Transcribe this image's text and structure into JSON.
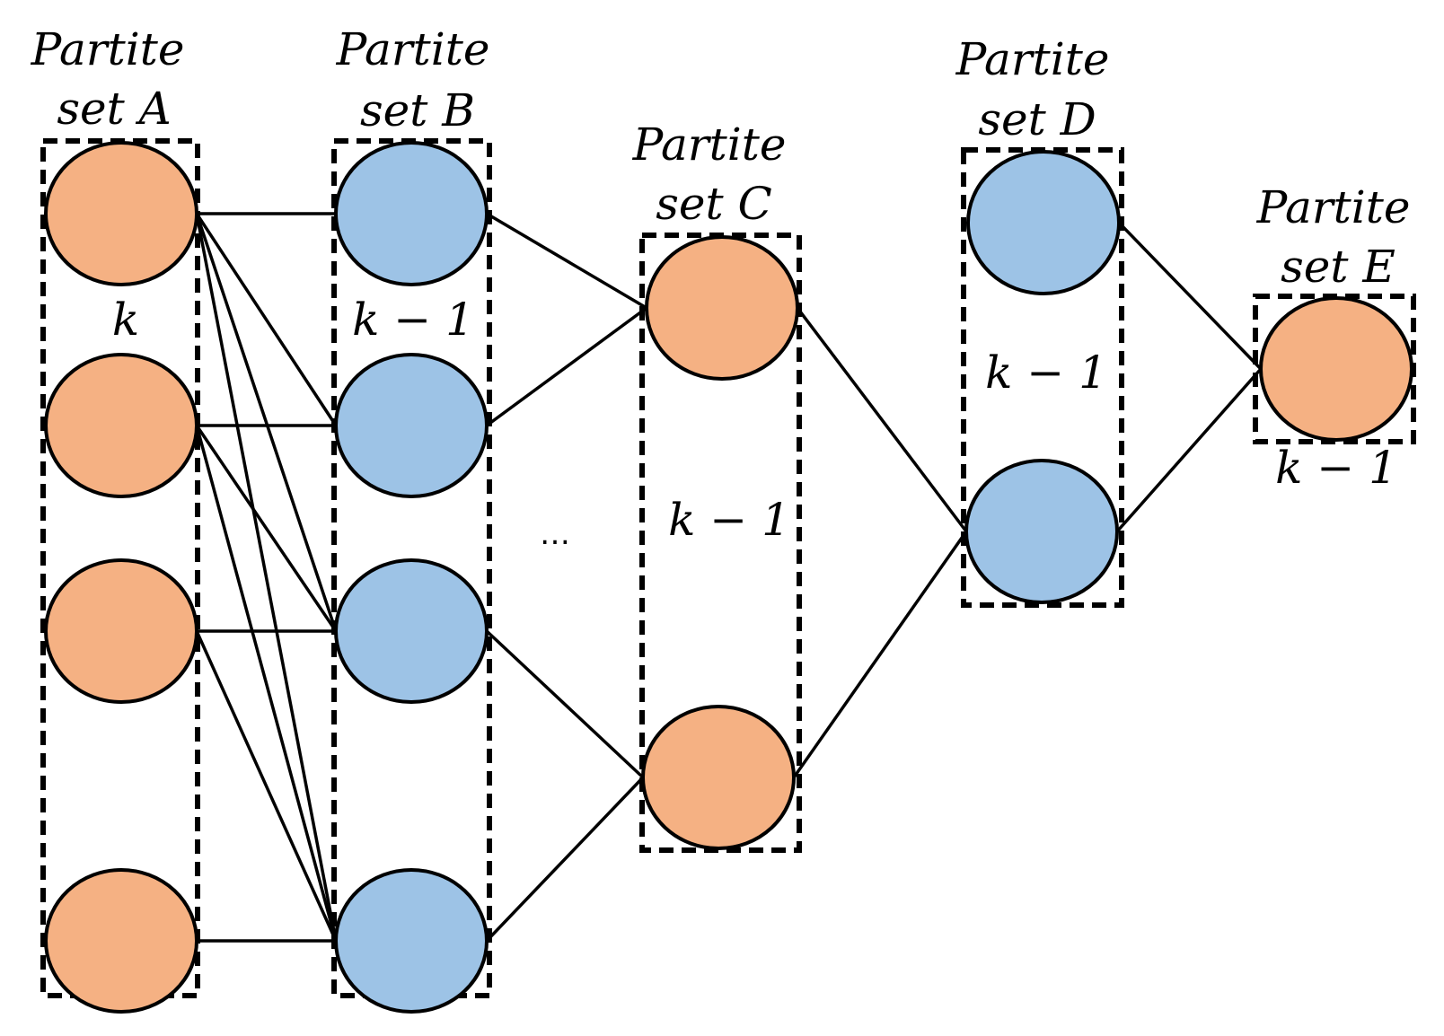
{
  "colors": {
    "orange_node": "#F5B183",
    "blue_node": "#9DC3E6",
    "stroke": "#000000"
  },
  "sets": [
    {
      "id": "A",
      "title_line1": "Partite",
      "title_line2": "set A",
      "count": "k"
    },
    {
      "id": "B",
      "title_line1": "Partite",
      "title_line2": "set B",
      "count": "k − 1"
    },
    {
      "id": "C",
      "title_line1": "Partite",
      "title_line2": "set C",
      "count": "k − 1"
    },
    {
      "id": "D",
      "title_line1": "Partite",
      "title_line2": "set D",
      "count": "k − 1"
    },
    {
      "id": "E",
      "title_line1": "Partite",
      "title_line2": "set E",
      "count": "k − 1"
    }
  ],
  "ellipsis": "…",
  "edges": [
    [
      "A0",
      "B0"
    ],
    [
      "A0",
      "B1"
    ],
    [
      "A0",
      "B2"
    ],
    [
      "A0",
      "B3"
    ],
    [
      "A1",
      "B1"
    ],
    [
      "A1",
      "B2"
    ],
    [
      "A1",
      "B3"
    ],
    [
      "A2",
      "B2"
    ],
    [
      "A2",
      "B3"
    ],
    [
      "A3",
      "B3"
    ],
    [
      "B0",
      "C0"
    ],
    [
      "B1",
      "C0"
    ],
    [
      "B2",
      "C1"
    ],
    [
      "B3",
      "C1"
    ],
    [
      "C0",
      "D1"
    ],
    [
      "C1",
      "D1"
    ],
    [
      "D0",
      "E0"
    ],
    [
      "D1",
      "E0"
    ]
  ]
}
